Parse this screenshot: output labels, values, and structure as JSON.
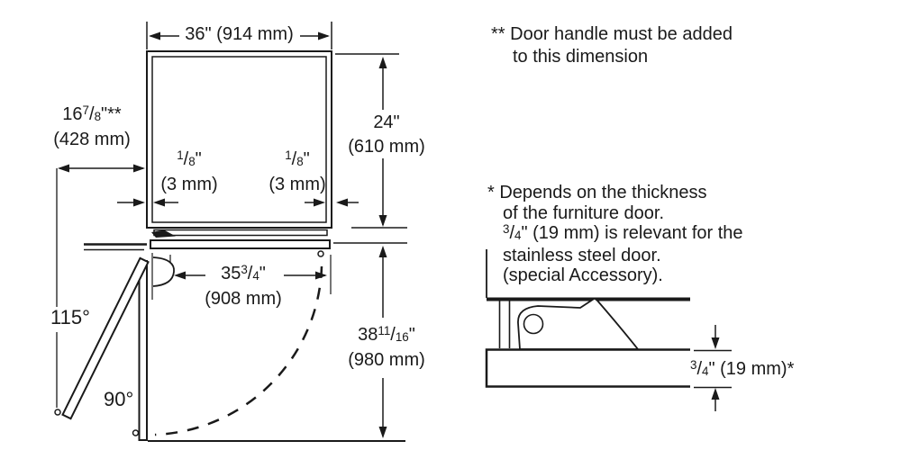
{
  "colors": {
    "ink": "#1a1a1a",
    "background": "#ffffff"
  },
  "fraction_slash": "/",
  "plan_view": {
    "cabinet_width": "36\" (914 mm)",
    "cabinet_depth": {
      "imperial": "24\"",
      "metric": "(610 mm)"
    },
    "door_projection": {
      "whole": "16",
      "num": "7",
      "den": "8",
      "suffix": "\"**",
      "metric": "(428 mm)"
    },
    "gap_left": {
      "num": "1",
      "den": "8",
      "suffix": "\"",
      "metric": "(3 mm)"
    },
    "gap_right": {
      "num": "1",
      "den": "8",
      "suffix": "\"",
      "metric": "(3 mm)"
    },
    "door_width": {
      "whole": "35",
      "num": "3",
      "den": "4",
      "suffix": "\"",
      "metric": "(908 mm)"
    },
    "swing_clearance": {
      "whole": "38",
      "num": "11",
      "den": "16",
      "suffix": "\"",
      "metric": "(980 mm)"
    },
    "max_open_angle": "115°",
    "open_angle": "90°"
  },
  "detail_view": {
    "panel_thickness": {
      "num": "3",
      "den": "4",
      "suffix": "\" (19 mm)*"
    }
  },
  "notes": {
    "handle_note": {
      "marker": "**",
      "line1": "Door handle must be added",
      "line2": "to this dimension"
    },
    "thickness_note": {
      "marker": "*",
      "line1": "Depends on the thickness",
      "line2": "of the furniture door.",
      "line3_num": "3",
      "line3_den": "4",
      "line3_rest": "\" (19 mm) is relevant for the",
      "line4": "stainless steel door.",
      "line5": "(special Accessory)."
    }
  }
}
